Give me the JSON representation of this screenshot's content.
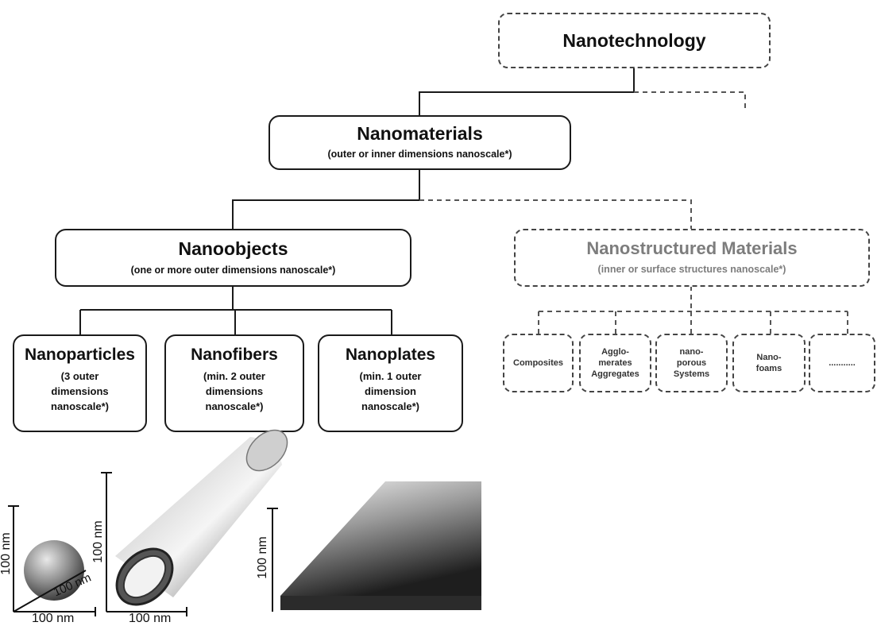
{
  "root": {
    "title": "Nanotechnology"
  },
  "nanomaterials": {
    "title": "Nanomaterials",
    "subtitle": "(outer or inner dimensions nanoscale*)"
  },
  "nanoobjects": {
    "title": "Nanoobjects",
    "subtitle": "(one or more outer dimensions nanoscale*)"
  },
  "nanostructured": {
    "title": "Nanostructured  Materials",
    "subtitle": "(inner or surface structures nanoscale*)"
  },
  "nanoparticles": {
    "title": "Nanoparticles",
    "line1": "(3 outer",
    "line2": "dimensions",
    "line3": "nanoscale*)"
  },
  "nanofibers": {
    "title": "Nanofibers",
    "line1": "(min. 2 outer",
    "line2": "dimensions",
    "line3": "nanoscale*)"
  },
  "nanoplates": {
    "title": "Nanoplates",
    "line1": "(min. 1 outer",
    "line2": "dimension",
    "line3": "nanoscale*)"
  },
  "structured_items": [
    {
      "l1": "Composites",
      "l2": "",
      "l3": ""
    },
    {
      "l1": "Agglo-",
      "l2": "merates",
      "l3": "Aggregates"
    },
    {
      "l1": "nano-",
      "l2": "porous",
      "l3": "Systems"
    },
    {
      "l1": "Nano-",
      "l2": "foams",
      "l3": ""
    },
    {
      "l1": "...........",
      "l2": "",
      "l3": ""
    }
  ],
  "scale_labels": {
    "particle_height": "100 nm",
    "particle_depth": "100 nm",
    "particle_width": "100 nm",
    "fiber_height": "100 nm",
    "fiber_width": "100 nm",
    "plate_height": "100 nm"
  }
}
